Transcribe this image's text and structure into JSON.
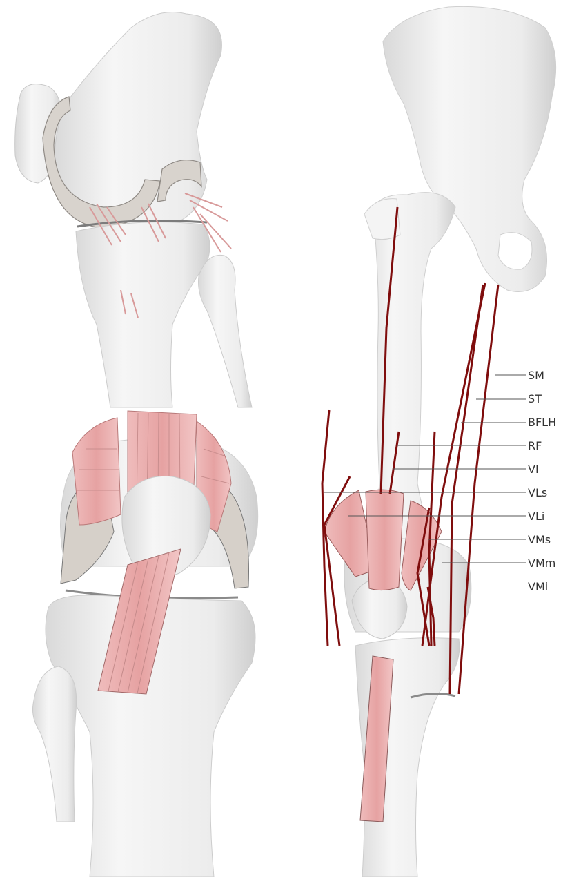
{
  "colors": {
    "bone": "#eeeeee",
    "bone_shade": "#d2d2d2",
    "cartilage": "#cbc6c0",
    "muscle_fill": "#e8a9a9",
    "muscle_stroke": "#b87878",
    "muscle_line": "#7f0d0d",
    "leader": "#555555"
  },
  "legend": {
    "labels": [
      "SM",
      "ST",
      "BFLH",
      "RF",
      "VI",
      "VLs",
      "VLi",
      "VMs",
      "VMm",
      "VMi"
    ]
  },
  "panels": [
    {
      "name": "knee-lateral-view"
    },
    {
      "name": "knee-anterior-view"
    },
    {
      "name": "hip-to-knee-view"
    }
  ]
}
